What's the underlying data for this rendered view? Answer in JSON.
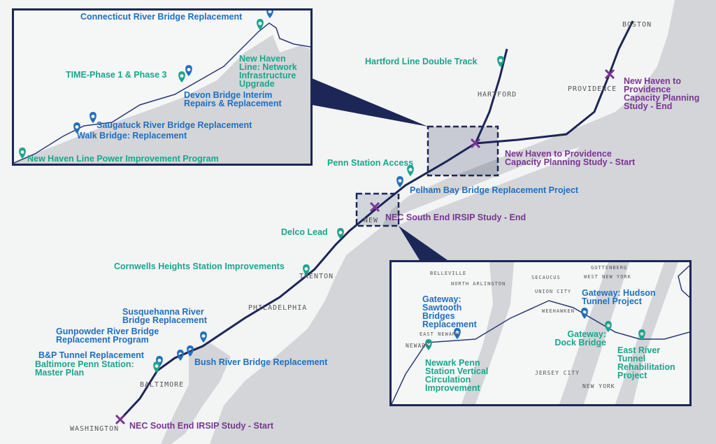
{
  "colors": {
    "blue": "#1f6fc0",
    "teal": "#1ba58c",
    "purple": "#7a3594",
    "navy": "#1c2657",
    "water": "#d3d5d8",
    "land": "#f3f4f4"
  },
  "cities": {
    "boston": "BOSTON",
    "hartford": "HARTFORD",
    "providence": "PROVIDENCE",
    "new_york": "NEW",
    "trenton": "TRENTON",
    "philadelphia": "PHILADELPHIA",
    "baltimore": "BALTIMORE",
    "washington": "WASHINGTON"
  },
  "main_labels": {
    "hartford_line": "Hartford Line  Double Track",
    "nhp_end": "New Haven to Providence Capacity Planning Study - End",
    "nhp_start_1": "New Haven to Providence",
    "nhp_start_2": "Capacity Planning Study - Start",
    "penn_access": "Penn Station Access",
    "pelham": "Pelham Bay Bridge Replacement Project",
    "nec_end": "NEC South End IRSIP Study - End",
    "delco": "Delco Lead",
    "cornwells": "Cornwells Heights Station Improvements",
    "susquehanna": "Susquehanna River Bridge Replacement",
    "gunpowder": "Gunpowder River Bridge Replacement Program",
    "bp": "B&P Tunnel Replacement",
    "baltimore_penn": "Baltimore Penn Station: Master Plan",
    "bush": "Bush River Bridge Replacement",
    "nec_start": "NEC South End IRSIP Study - Start"
  },
  "ct_inset": {
    "connecticut": "Connecticut River Bridge Replacement",
    "nhl_network": "New Haven Line: Network Infrastructure Upgrade",
    "time": "TIME-Phase 1 & Phase 3",
    "devon": "Devon Bridge Interim Repairs & Replacement",
    "saugatuck": "Saugatuck River Bridge Replacement",
    "walk": "Walk Bridge: Replacement",
    "power": "New Haven Line Power Improvement Program"
  },
  "ny_inset": {
    "sawtooth": "Gateway: Sawtooth Bridges Replacement",
    "hudson": "Gateway: Hudson Tunnel Project",
    "dock": "Gateway: Dock Bridge",
    "east_river": "East River Tunnel Rehabilitation Project",
    "newark_penn": "Newark Penn Station Vertical Circulation Improvement",
    "cities": {
      "newark": "NEWARK",
      "jersey_city": "JERSEY CITY",
      "new_york": "NEW YORK",
      "belleville": "BELLEVILLE",
      "north_arlington": "NORTH ARLINGTON",
      "secaucus": "SECAUCUS",
      "guttenberg": "GUTTENBERG",
      "west_new_york": "WEST NEW YORK",
      "union_city": "UNION CITY",
      "weehawken": "WEEHAWKEN",
      "east_newark": "EAST NEWARK"
    }
  }
}
